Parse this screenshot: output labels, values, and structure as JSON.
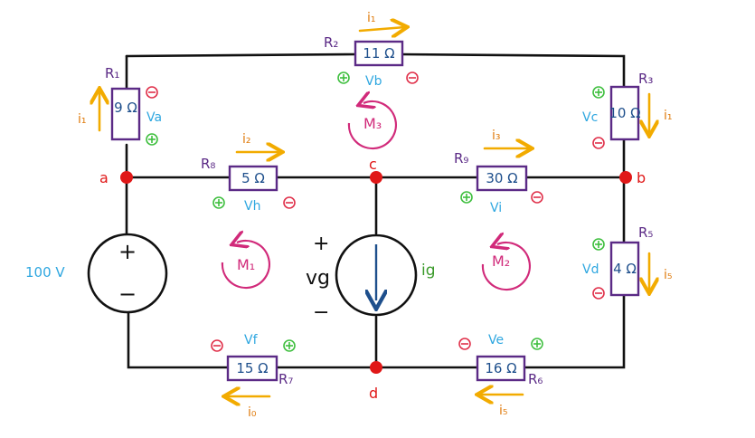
{
  "nodes": {
    "a": "a",
    "b": "b",
    "c": "c",
    "d": "d"
  },
  "resistors": [
    {
      "id": "R1",
      "label": "R₁",
      "value": "9 Ω"
    },
    {
      "id": "R2",
      "label": "R₂",
      "value": "11 Ω"
    },
    {
      "id": "R3",
      "label": "R₃",
      "value": "10 Ω"
    },
    {
      "id": "R5",
      "label": "R₅",
      "value": "4 Ω"
    },
    {
      "id": "R6",
      "label": "R₆",
      "value": "16 Ω"
    },
    {
      "id": "R7",
      "label": "R₇",
      "value": "15 Ω"
    },
    {
      "id": "R8",
      "label": "R₈",
      "value": "5 Ω"
    },
    {
      "id": "R9",
      "label": "R₉",
      "value": "30 Ω"
    }
  ],
  "currents": [
    "i₁",
    "i₁",
    "i₁",
    "i₂",
    "i₃",
    "i₅",
    "i₅",
    "i₀"
  ],
  "voltages": [
    "Va",
    "Vb",
    "Vc",
    "Vd",
    "Ve",
    "Vf",
    "Vh",
    "Vi"
  ],
  "source": {
    "label": "100 V",
    "plus": "+",
    "minus": "−"
  },
  "dependent_source": {
    "voltage_label": "vg",
    "current_label": "ig",
    "plus": "+",
    "minus": "−"
  },
  "meshes": [
    "M₁",
    "M₂",
    "M₃"
  ],
  "colors": {
    "wire": "#111111",
    "resistor_outline": "#5b2a86",
    "resistor_value": "#1e4f8c",
    "current_arrow": "#f2ab00",
    "voltage_label": "#2fa7e0",
    "plus_mark": "#3fbf3f",
    "minus_mark": "#e0304a",
    "node": "#e01818",
    "mesh": "#d12a7a"
  }
}
